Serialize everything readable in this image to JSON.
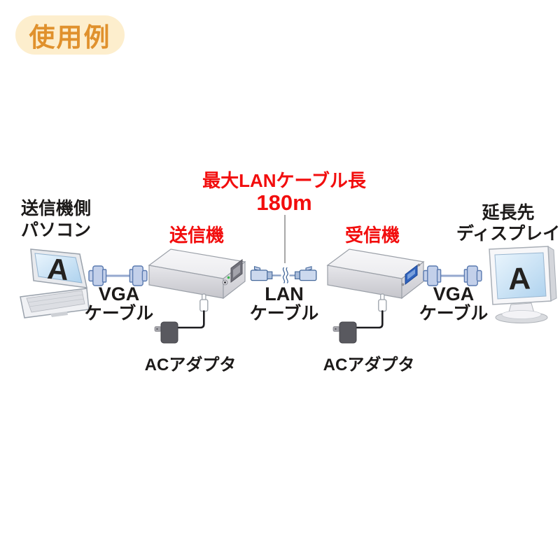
{
  "badge": {
    "label": "使用例"
  },
  "annotation": {
    "line1": "最大LANケーブル長",
    "line2": "180m"
  },
  "devices": {
    "source_pc": {
      "label_line1": "送信機側",
      "label_line2": "パソコン",
      "screen_letter": "A"
    },
    "transmitter": {
      "label": "送信機"
    },
    "receiver": {
      "label": "受信機"
    },
    "display": {
      "label_line1": "延長先",
      "label_line2": "ディスプレイ",
      "screen_letter": "A"
    }
  },
  "cables": {
    "vga_left": {
      "line1": "VGA",
      "line2": "ケーブル"
    },
    "lan": {
      "line1": "LAN",
      "line2": "ケーブル"
    },
    "vga_right": {
      "line1": "VGA",
      "line2": "ケーブル"
    },
    "ac_adapter_left": {
      "label": "ACアダプタ"
    },
    "ac_adapter_right": {
      "label": "ACアダプタ"
    }
  },
  "colors": {
    "badge_bg": "#fdeecd",
    "badge_text": "#e0912d",
    "highlight_red": "#f20d0d",
    "text_black": "#1c1a19",
    "connector_blue": "#c3d0ea",
    "vga_port_blue": "#2f62bc",
    "led_green": "#35b54a"
  }
}
